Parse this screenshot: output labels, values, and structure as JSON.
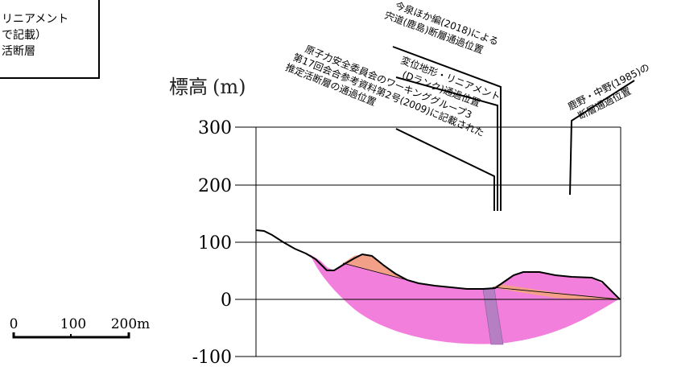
{
  "legend": {
    "line1": "リニアメント",
    "line2": "で記載）",
    "line3": "活断層"
  },
  "axis": {
    "title": "標高",
    "unit": "(m)",
    "ticks": [
      "300",
      "200",
      "100",
      "0",
      "-100"
    ]
  },
  "scale_bar": {
    "labels": [
      "0",
      "100",
      "200m"
    ]
  },
  "annotations": {
    "imaizumi": [
      "今泉ほか編(2018)による",
      "宍道(鹿島)断層通過位置"
    ],
    "henni": [
      "変位地形・リニアメント",
      "(Dランク)通過位置"
    ],
    "nra": [
      "原子力安全委員会のワーキンググループ3",
      "第17回会合参考資料第2号(2009)に記載された",
      "推定活断層の通過位置"
    ],
    "kano": [
      "鹿野・中野(1985)の",
      "断層通過位置"
    ]
  },
  "colors": {
    "body": "#f27fdc",
    "fault_zone": "#f2a088",
    "fault_band": "#b67fc4",
    "grid": "#000000"
  }
}
